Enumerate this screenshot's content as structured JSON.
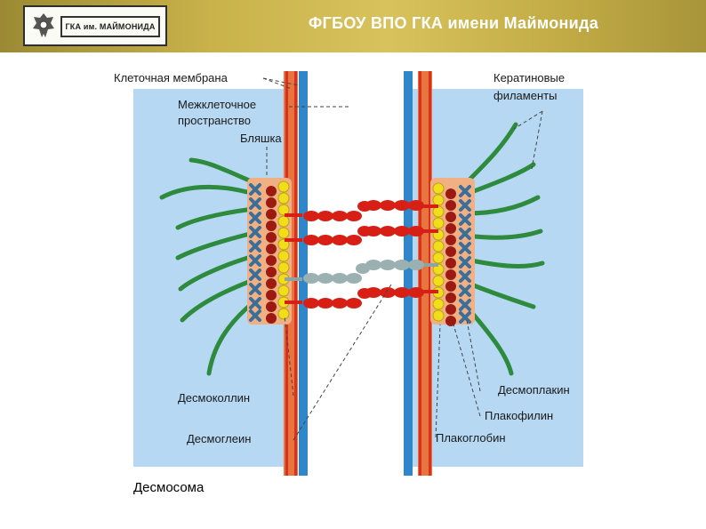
{
  "header": {
    "title": "ФГБОУ ВПО ГКА имени Маймонида",
    "logo_text": "ГКА им. МАЙМОНИДА"
  },
  "labels": {
    "cell_membrane": "Клеточная мембрана",
    "intercellular_space_1": "Межклеточное",
    "intercellular_space_2": "пространство",
    "plaque": "Бляшка",
    "keratin_1": "Кератиновые",
    "keratin_2": "филаменты",
    "desmocollin": "Десмоколлин",
    "desmoglein": "Десмоглеин",
    "desmoplakin": "Десмоплакин",
    "plakophilin": "Плакофилин",
    "plakoglobin": "Плакоглобин"
  },
  "caption": "Десмосома",
  "colors": {
    "header": "#c9b24a",
    "cytoplasm": "#b6d8f2",
    "membrane_blue": "#2f86c8",
    "membrane_orange": "#e8743f",
    "membrane_red": "#d8321f",
    "filament": "#2e8b3e",
    "red_bead": "#d81f16",
    "yellow_bead": "#f2dd1c",
    "darkred_bead": "#9c1a12",
    "x_cross": "#3b6e99",
    "gray_bead": "#9bb0b0"
  },
  "icons": [
    "emblem-icon"
  ]
}
